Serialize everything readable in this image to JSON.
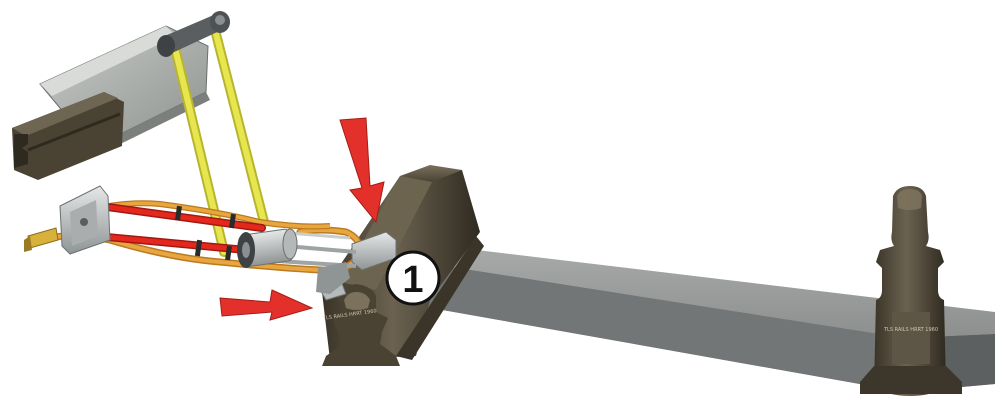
{
  "diagram": {
    "callout_number": "1",
    "rail_stamp_near": "TLS RAILS HRRT 1960",
    "rail_stamp_far": "TLS RAILS HRRT 1960"
  },
  "colors": {
    "background": "#ffffff",
    "rail": "#4a4334",
    "rail_light": "#6a6150",
    "sleeper_top": "#9a9c9c",
    "sleeper_side": "#6e7070",
    "conductor_housing": "#a9adaa",
    "arm_yellow": "#e3e24a",
    "cable_red": "#e0261c",
    "cable_orange": "#e3a03a",
    "arrow_red": "#e4302a",
    "callout_fill": "#ffffff",
    "callout_stroke": "#111111"
  },
  "icons": {
    "arrow_top": "arrow-down-icon",
    "arrow_bottom": "arrow-right-icon"
  }
}
